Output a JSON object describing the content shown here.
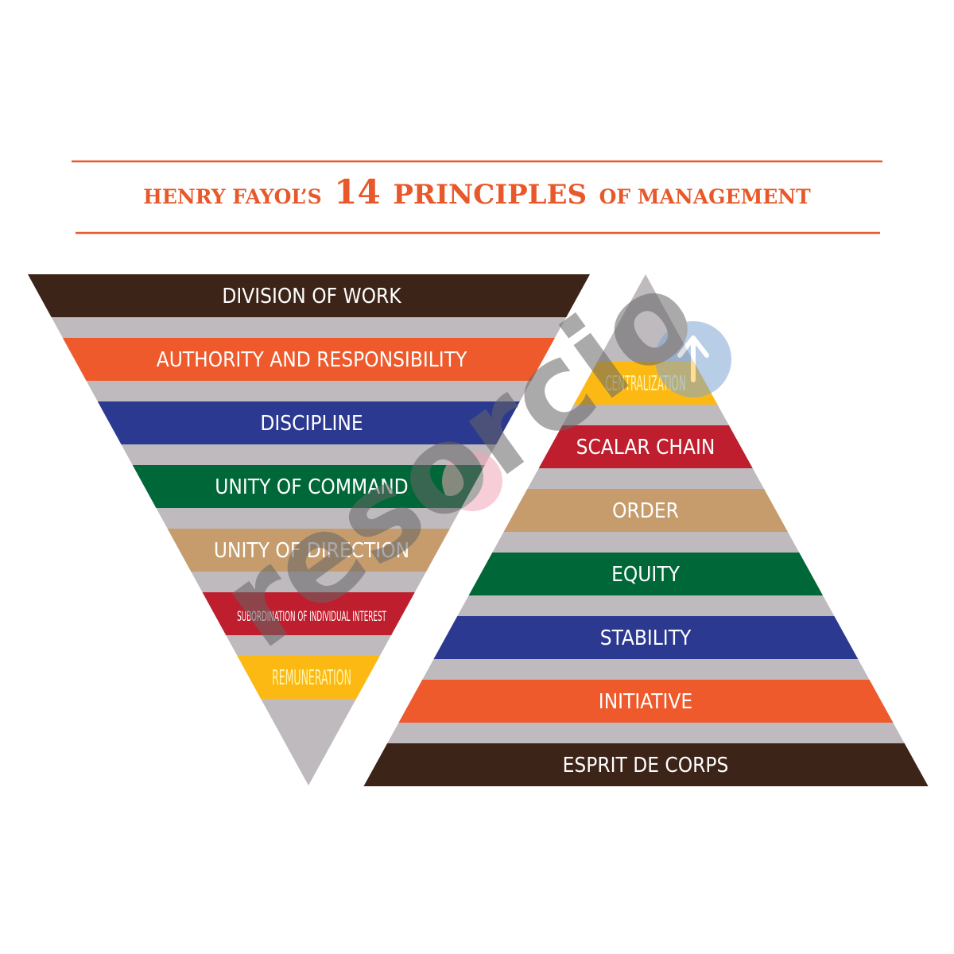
{
  "header": {
    "title_pre": "HENRY FAYOL’S",
    "title_num": "14",
    "title_main": "PRINCIPLES",
    "title_post": "OF MANAGEMENT"
  },
  "colors": {
    "accent": "#E8582A",
    "band_gray": "#BEBABD",
    "label_light": "#FFFFFF",
    "label_pale_yellow": "#FFF6B0"
  },
  "left_triangle": {
    "bands": [
      {
        "label": "DIVISION OF WORK",
        "color": "#3D2418"
      },
      {
        "label": "AUTHORITY AND RESPONSIBILITY",
        "color": "#EE5A2C"
      },
      {
        "label": "DISCIPLINE",
        "color": "#2B3990"
      },
      {
        "label": "UNITY OF COMMAND",
        "color": "#006838"
      },
      {
        "label": "UNITY OF DIRECTION",
        "color": "#C69C6D"
      },
      {
        "label": "SUBORDINATION OF INDIVIDUAL INTEREST",
        "color": "#BE1E2D"
      },
      {
        "label": "REMUNERATION",
        "color": "#FDB913"
      }
    ]
  },
  "right_triangle": {
    "bands": [
      {
        "label": "CENTRALIZATION",
        "color": "#FDB913"
      },
      {
        "label": "SCALAR CHAIN",
        "color": "#BE1E2D"
      },
      {
        "label": "ORDER",
        "color": "#C69C6D"
      },
      {
        "label": "EQUITY",
        "color": "#006838"
      },
      {
        "label": "STABILITY",
        "color": "#2B3990"
      },
      {
        "label": "INITIATIVE",
        "color": "#EE5A2C"
      },
      {
        "label": "ESPRIT DE CORPS",
        "color": "#3D2418"
      }
    ]
  },
  "watermark": {
    "text": "resorcio"
  }
}
